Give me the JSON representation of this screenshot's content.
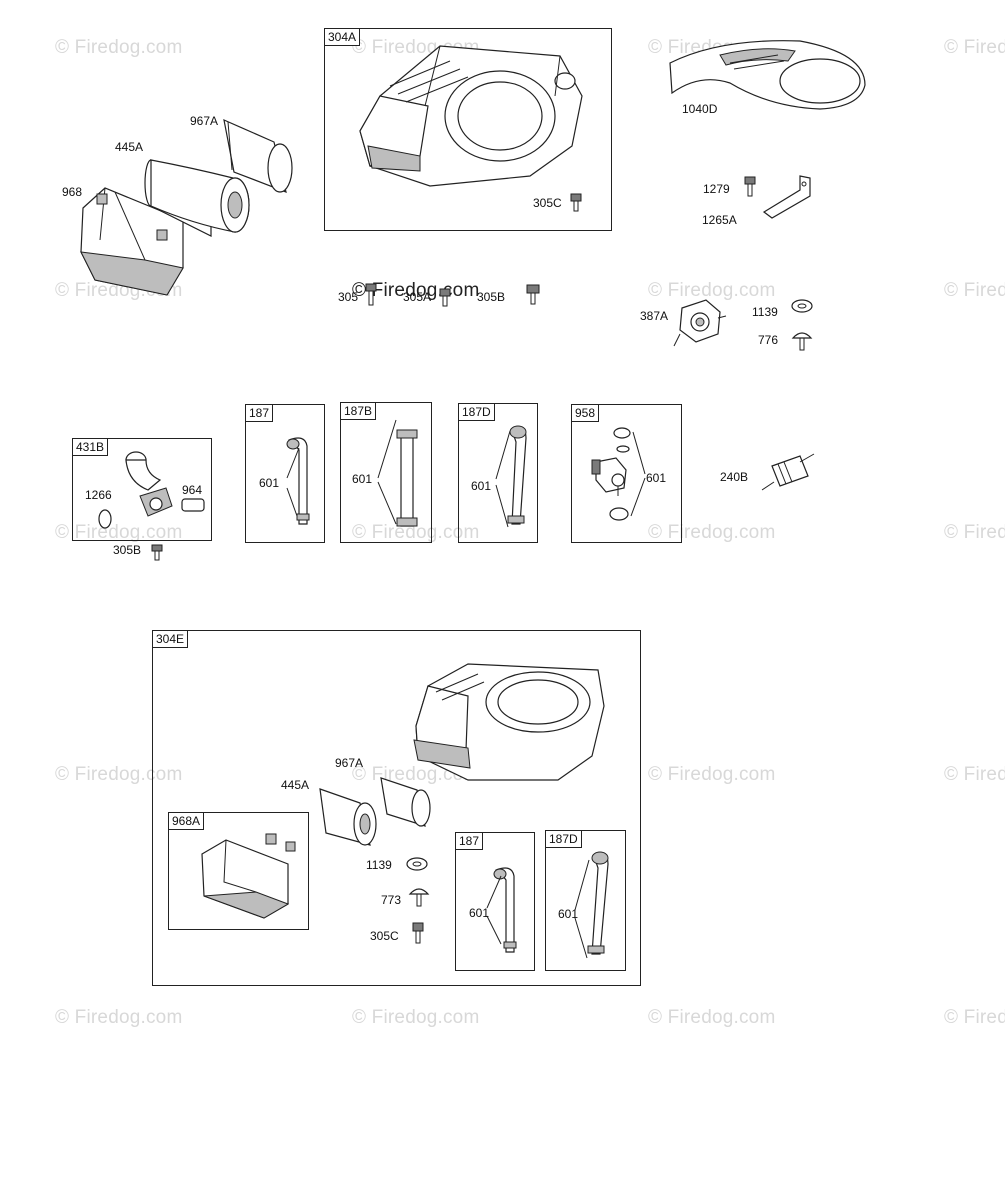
{
  "watermark": "© Firedog.com",
  "box_labels": {
    "b304A": "304A",
    "b431B": "431B",
    "b187_1": "187",
    "b187B": "187B",
    "b187D_1": "187D",
    "b958": "958",
    "b304E": "304E",
    "b968A": "968A",
    "b187_2": "187",
    "b187D_2": "187D"
  },
  "part_labels": {
    "p967A_1": "967A",
    "p445A_1": "445A",
    "p968": "968",
    "p305C_1": "305C",
    "p1040D": "1040D",
    "p1279": "1279",
    "p1265A": "1265A",
    "p305": "305",
    "p305A": "305A",
    "p305B_top": "305B",
    "p387A": "387A",
    "p1139_1": "1139",
    "p776": "776",
    "p1266": "1266",
    "p964": "964",
    "p305B": "305B",
    "p601_187": "601",
    "p601_187B": "601",
    "p601_187D": "601",
    "p601_958": "601",
    "p240B": "240B",
    "p967A_2": "967A",
    "p445A_2": "445A",
    "p1139_2": "1139",
    "p773": "773",
    "p305C_2": "305C",
    "p601_187_2": "601",
    "p601_187D_2": "601"
  },
  "icons": [
    "blower-housing-icon",
    "air-filter-cartridge-icon",
    "pre-cleaner-icon",
    "air-cleaner-cover-icon",
    "screw-icon",
    "bracket-icon",
    "fuel-pump-icon",
    "washer-icon",
    "fuel-line-icon",
    "fuel-shutoff-valve-icon",
    "fuel-filter-icon",
    "elbow-icon",
    "clamp-icon"
  ]
}
